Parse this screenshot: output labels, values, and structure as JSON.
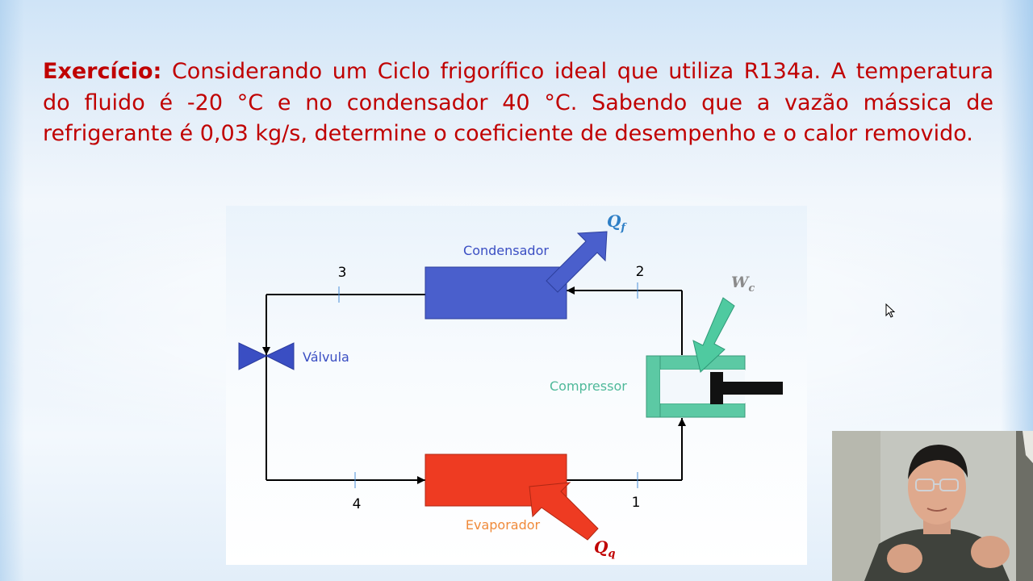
{
  "problem": {
    "heading": "Exercício:",
    "text": "Considerando um Ciclo frigorífico ideal que utiliza R134a. A temperatura do fluido é -20 °C e no condensador 40 °C. Sabendo que a vazão mássica de refrigerante é 0,03 kg/s, determine o coeficiente de desempenho e o calor removido."
  },
  "diagram": {
    "condenser_label": "Condensador",
    "evaporator_label": "Evaporador",
    "valve_label": "Válvula",
    "compressor_label": "Compressor",
    "point_1": "1",
    "point_2": "2",
    "point_3": "3",
    "point_4": "4",
    "qf_main": "Q",
    "qf_sub": "f",
    "wc_main": "W",
    "wc_sub": "c",
    "qq_main": "Q",
    "qq_sub": "q"
  },
  "colors": {
    "heading_text": "#c00000",
    "condenser": "#4a5fcc",
    "evaporator": "#ee3b22",
    "compressor": "#5cc9a4",
    "valve": "#3a4ec3",
    "evaporator_label": "#f08a3a",
    "compressor_label": "#4fb99a",
    "wc_label": "#8a8a8a",
    "wc_arrow": "#4fcaa0",
    "qf_label": "#2e7fc6"
  }
}
